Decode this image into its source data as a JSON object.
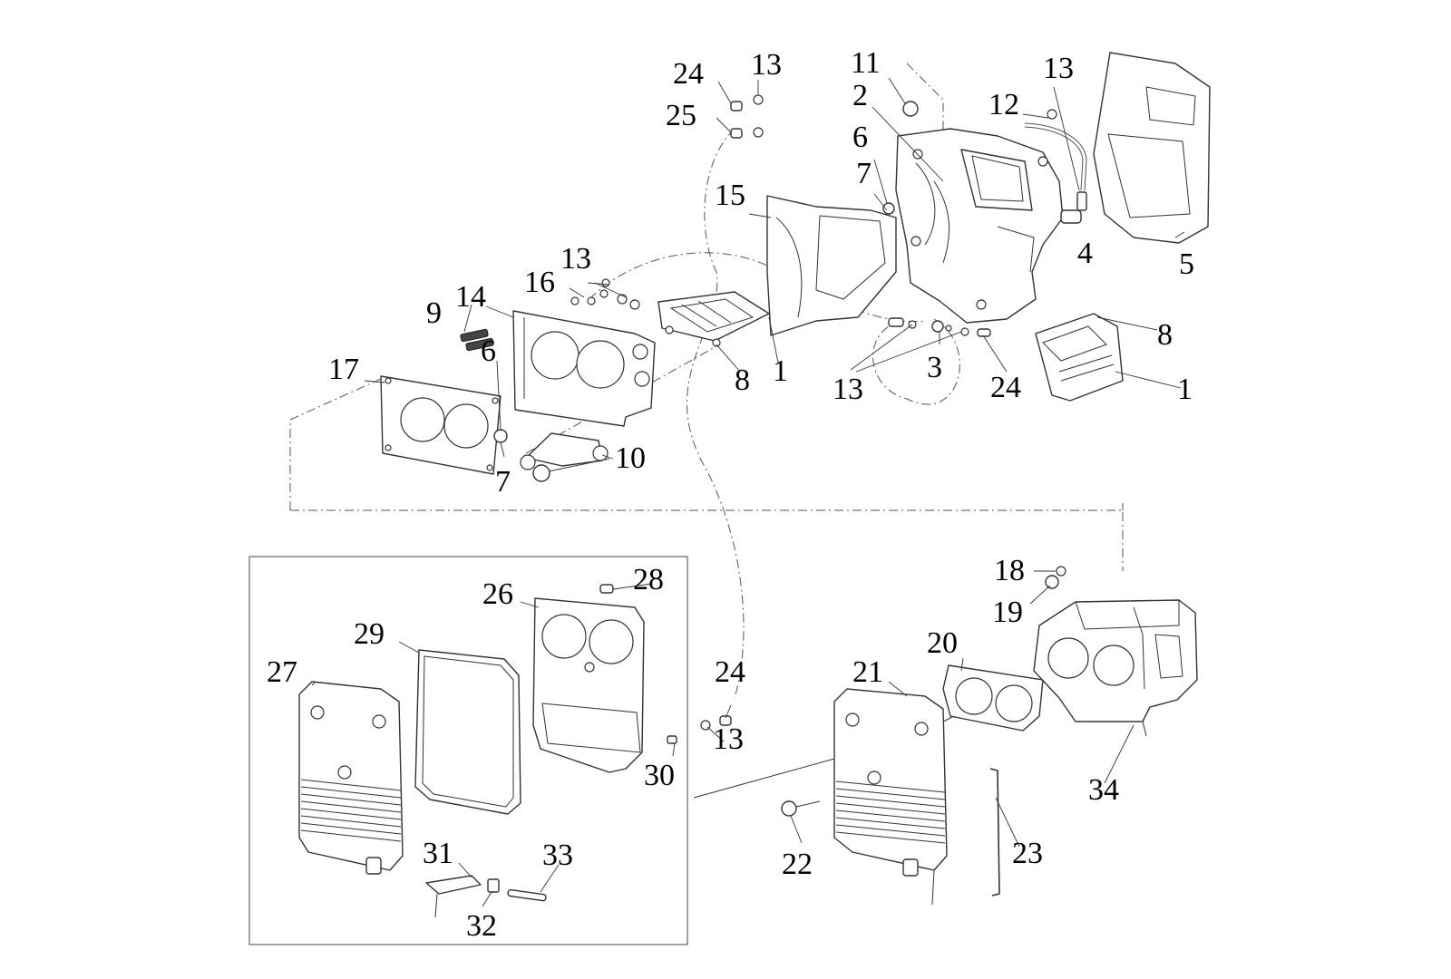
{
  "callouts": [
    {
      "id": "c24a",
      "text": "24"
    },
    {
      "id": "c13a",
      "text": "13"
    },
    {
      "id": "c25",
      "text": "25"
    },
    {
      "id": "c11",
      "text": "11"
    },
    {
      "id": "c2",
      "text": "2"
    },
    {
      "id": "c6a",
      "text": "6"
    },
    {
      "id": "c7a",
      "text": "7"
    },
    {
      "id": "c12",
      "text": "12"
    },
    {
      "id": "c13b",
      "text": "13"
    },
    {
      "id": "c4",
      "text": "4"
    },
    {
      "id": "c5",
      "text": "5"
    },
    {
      "id": "c15",
      "text": "15"
    },
    {
      "id": "c13c",
      "text": "13"
    },
    {
      "id": "c16",
      "text": "16"
    },
    {
      "id": "c14",
      "text": "14"
    },
    {
      "id": "c9",
      "text": "9"
    },
    {
      "id": "c6b",
      "text": "6"
    },
    {
      "id": "c17",
      "text": "17"
    },
    {
      "id": "c7b",
      "text": "7"
    },
    {
      "id": "c10",
      "text": "10"
    },
    {
      "id": "c8a",
      "text": "8"
    },
    {
      "id": "c1a",
      "text": "1"
    },
    {
      "id": "c13d",
      "text": "13"
    },
    {
      "id": "c3",
      "text": "3"
    },
    {
      "id": "c24b",
      "text": "24"
    },
    {
      "id": "c8b",
      "text": "8"
    },
    {
      "id": "c1b",
      "text": "1"
    },
    {
      "id": "c28",
      "text": "28"
    },
    {
      "id": "c26",
      "text": "26"
    },
    {
      "id": "c29",
      "text": "29"
    },
    {
      "id": "c27",
      "text": "27"
    },
    {
      "id": "c24c",
      "text": "24"
    },
    {
      "id": "c13e",
      "text": "13"
    },
    {
      "id": "c30",
      "text": "30"
    },
    {
      "id": "c31",
      "text": "31"
    },
    {
      "id": "c33",
      "text": "33"
    },
    {
      "id": "c32",
      "text": "32"
    },
    {
      "id": "c18",
      "text": "18"
    },
    {
      "id": "c19",
      "text": "19"
    },
    {
      "id": "c20",
      "text": "20"
    },
    {
      "id": "c21",
      "text": "21"
    },
    {
      "id": "c34",
      "text": "34"
    },
    {
      "id": "c22",
      "text": "22"
    },
    {
      "id": "c23",
      "text": "23"
    }
  ]
}
